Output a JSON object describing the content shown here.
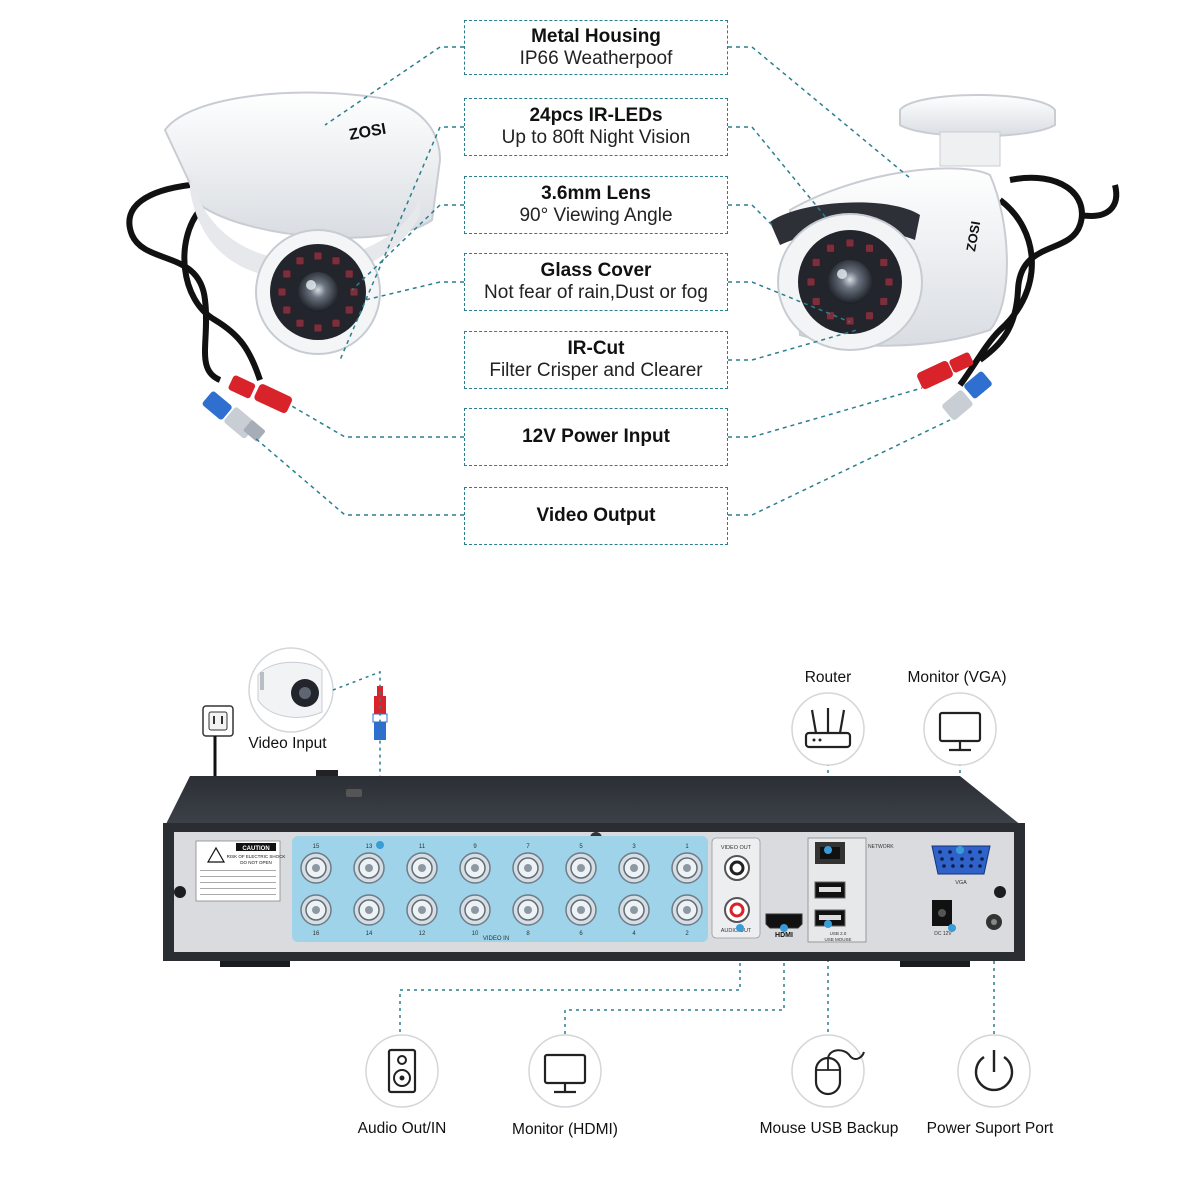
{
  "features": [
    {
      "title": "Metal Housing",
      "subtitle": "IP66 Weatherpoof"
    },
    {
      "title": "24pcs IR-LEDs",
      "subtitle": "Up to 80ft Night Vision"
    },
    {
      "title": "3.6mm Lens",
      "subtitle": "90° Viewing Angle"
    },
    {
      "title": "Glass Cover",
      "subtitle": "Not fear of rain,Dust or fog"
    },
    {
      "title": "IR-Cut",
      "subtitle": "Filter Crisper and Clearer"
    },
    {
      "title": "12V  Power Input",
      "subtitle": ""
    },
    {
      "title": "Video Output",
      "subtitle": ""
    }
  ],
  "brand": "ZOSI",
  "connections": {
    "video_input": "Video Input",
    "router": "Router",
    "monitor_vga": "Monitor (VGA)",
    "audio": "Audio Out/IN",
    "monitor_hdmi": "Monitor (HDMI)",
    "mouse": "Mouse USB Backup",
    "power": "Power Suport Port"
  },
  "dvr_panel": {
    "caution_title": "CAUTION",
    "caution_line1": "RISK OF ELECTRIC SHOCK",
    "caution_line2": "DO NOT OPEN",
    "video_out": "VIDEO OUT",
    "audio_out": "AUDIO OUT",
    "video_in": "VIDEO IN",
    "network": "NETWORK",
    "usb": "USB 2.0",
    "usb_mouse": "USB MOUSE",
    "vga": "VGA",
    "dc": "DC 12V",
    "hdmi": "HDMI",
    "port_numbers_top": [
      "15",
      "13",
      "11",
      "9",
      "7",
      "5",
      "3",
      "1"
    ],
    "port_numbers_bottom": [
      "16",
      "14",
      "12",
      "10",
      "8",
      "6",
      "4",
      "2"
    ]
  },
  "colors": {
    "accent": "#2a7f8f",
    "panel_blue": "#9ed3ea",
    "red_plug": "#d8232a",
    "blue_plug": "#2f6fd0"
  }
}
